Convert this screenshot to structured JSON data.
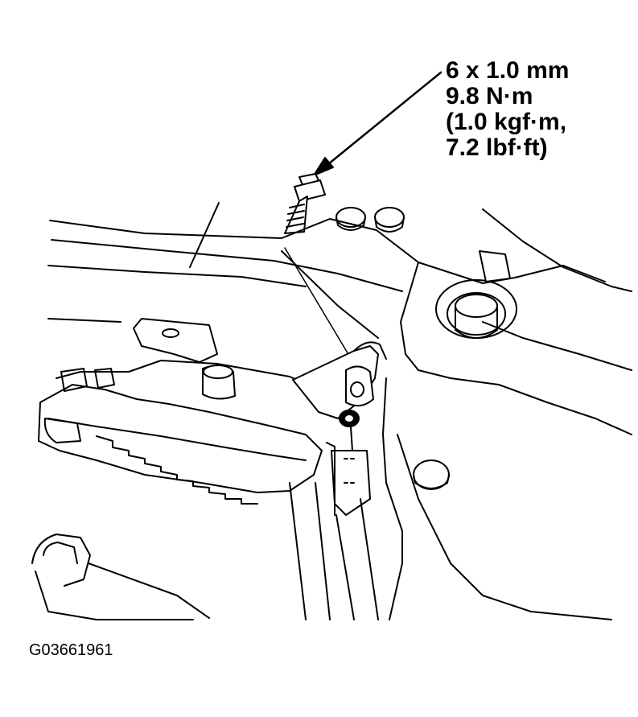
{
  "callout": {
    "bolt_size": "6 x 1.0 mm",
    "torque_nm": "9.8 N·m",
    "torque_kgf": "(1.0 kgf·m,",
    "torque_lbf": "7.2 lbf·ft)"
  },
  "figure_code": "G03661961",
  "colors": {
    "line": "#000000",
    "background": "#ffffff"
  }
}
